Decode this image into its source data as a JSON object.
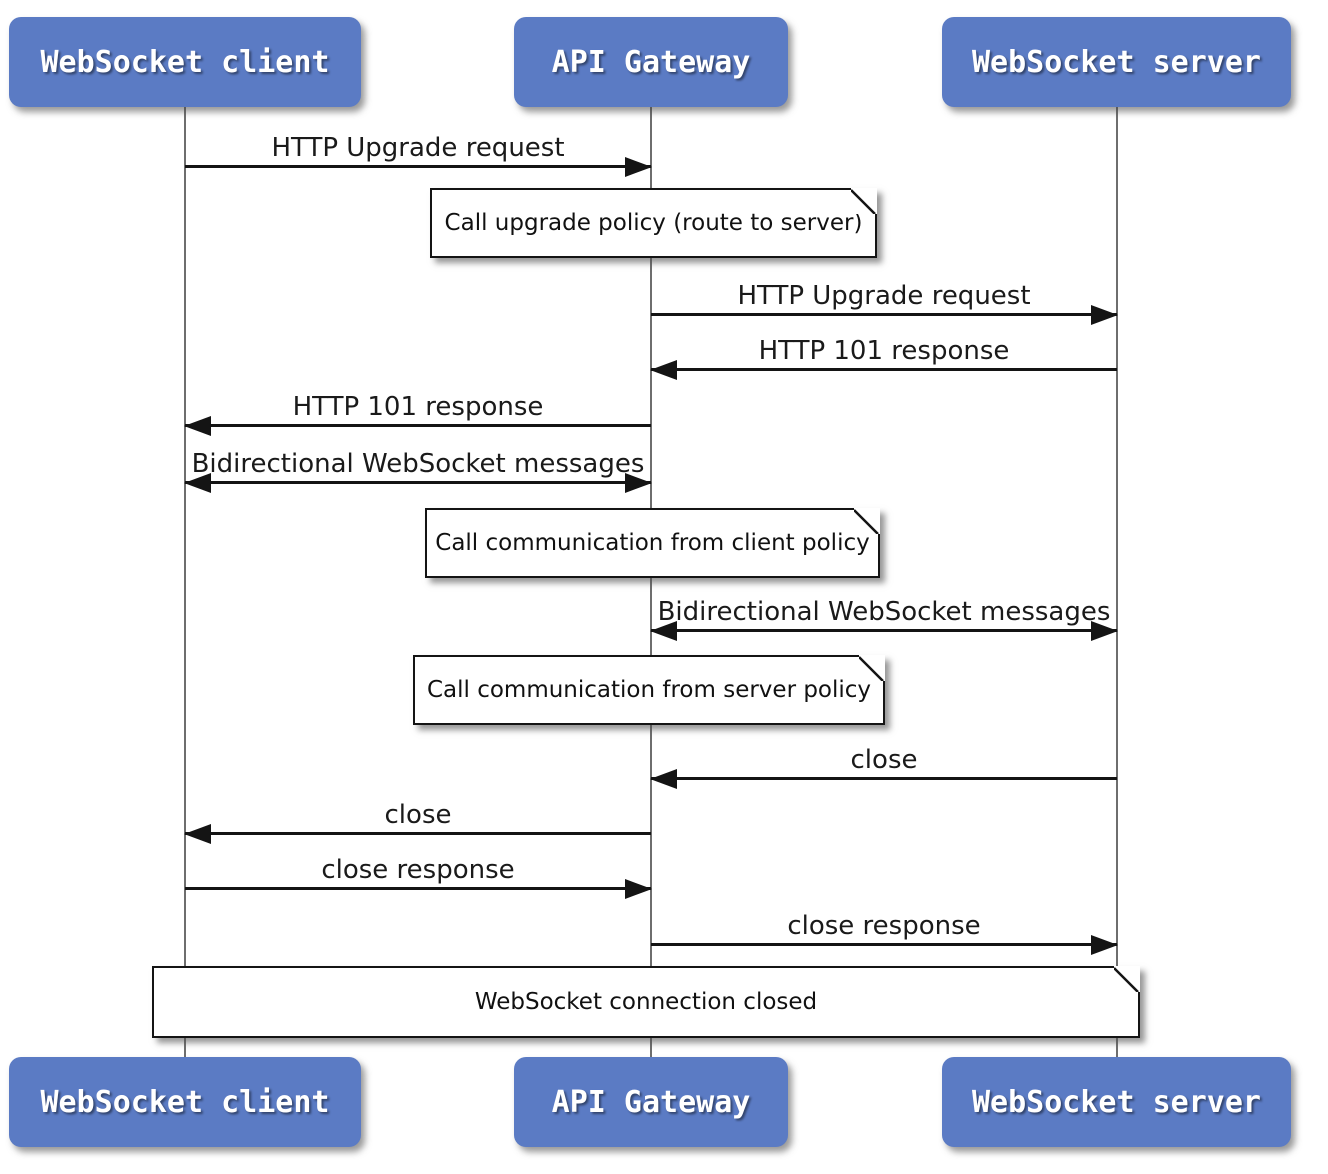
{
  "actors": [
    {
      "label": "WebSocket client"
    },
    {
      "label": "API Gateway"
    },
    {
      "label": "WebSocket server"
    }
  ],
  "sequence": [
    {
      "type": "message",
      "label": "HTTP Upgrade request",
      "from": "WebSocket client",
      "to": "API Gateway",
      "direction": "right"
    },
    {
      "type": "note",
      "label": "Call upgrade policy (route to server)",
      "over": "API Gateway"
    },
    {
      "type": "message",
      "label": "HTTP Upgrade request",
      "from": "API Gateway",
      "to": "WebSocket server",
      "direction": "right"
    },
    {
      "type": "message",
      "label": "HTTP 101 response",
      "from": "WebSocket server",
      "to": "API Gateway",
      "direction": "left"
    },
    {
      "type": "message",
      "label": "HTTP 101 response",
      "from": "API Gateway",
      "to": "WebSocket client",
      "direction": "left"
    },
    {
      "type": "message",
      "label": "Bidirectional WebSocket messages",
      "from": "WebSocket client",
      "to": "API Gateway",
      "direction": "both"
    },
    {
      "type": "note",
      "label": "Call communication from client policy",
      "over": "API Gateway"
    },
    {
      "type": "message",
      "label": "Bidirectional WebSocket messages",
      "from": "API Gateway",
      "to": "WebSocket server",
      "direction": "both"
    },
    {
      "type": "note",
      "label": "Call communication from server policy",
      "over": "API Gateway"
    },
    {
      "type": "message",
      "label": "close",
      "from": "WebSocket server",
      "to": "API Gateway",
      "direction": "left"
    },
    {
      "type": "message",
      "label": "close",
      "from": "API Gateway",
      "to": "WebSocket client",
      "direction": "left"
    },
    {
      "type": "message",
      "label": "close response",
      "from": "WebSocket client",
      "to": "API Gateway",
      "direction": "right"
    },
    {
      "type": "message",
      "label": "close response",
      "from": "API Gateway",
      "to": "WebSocket server",
      "direction": "right"
    },
    {
      "type": "note",
      "label": "WebSocket connection closed",
      "over": "all"
    }
  ],
  "colors": {
    "actor_fill": "#5b7bc4",
    "actor_text": "#ffffff",
    "message_line": "#141414",
    "lifeline": "#6e6e6e",
    "note_fill": "#ffffff",
    "note_border": "#141414",
    "background": "#ffffff"
  }
}
